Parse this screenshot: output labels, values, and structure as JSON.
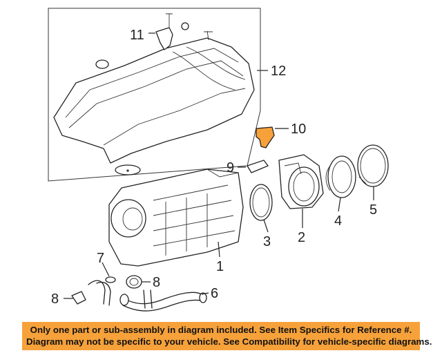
{
  "callouts": {
    "c1": "1",
    "c2": "2",
    "c3": "3",
    "c4": "4",
    "c5": "5",
    "c6": "6",
    "c7": "7",
    "c8a": "8",
    "c8b": "8",
    "c9": "9",
    "c10": "10",
    "c11": "11",
    "c12": "12"
  },
  "highlight_color": "#f6a13a",
  "banner": {
    "line1": "Only one part or sub-assembly in diagram included. See Item Specifics for Reference #.",
    "line2": "Diagram may not be specific to your vehicle. See Compatibility for vehicle-specific diagrams."
  }
}
